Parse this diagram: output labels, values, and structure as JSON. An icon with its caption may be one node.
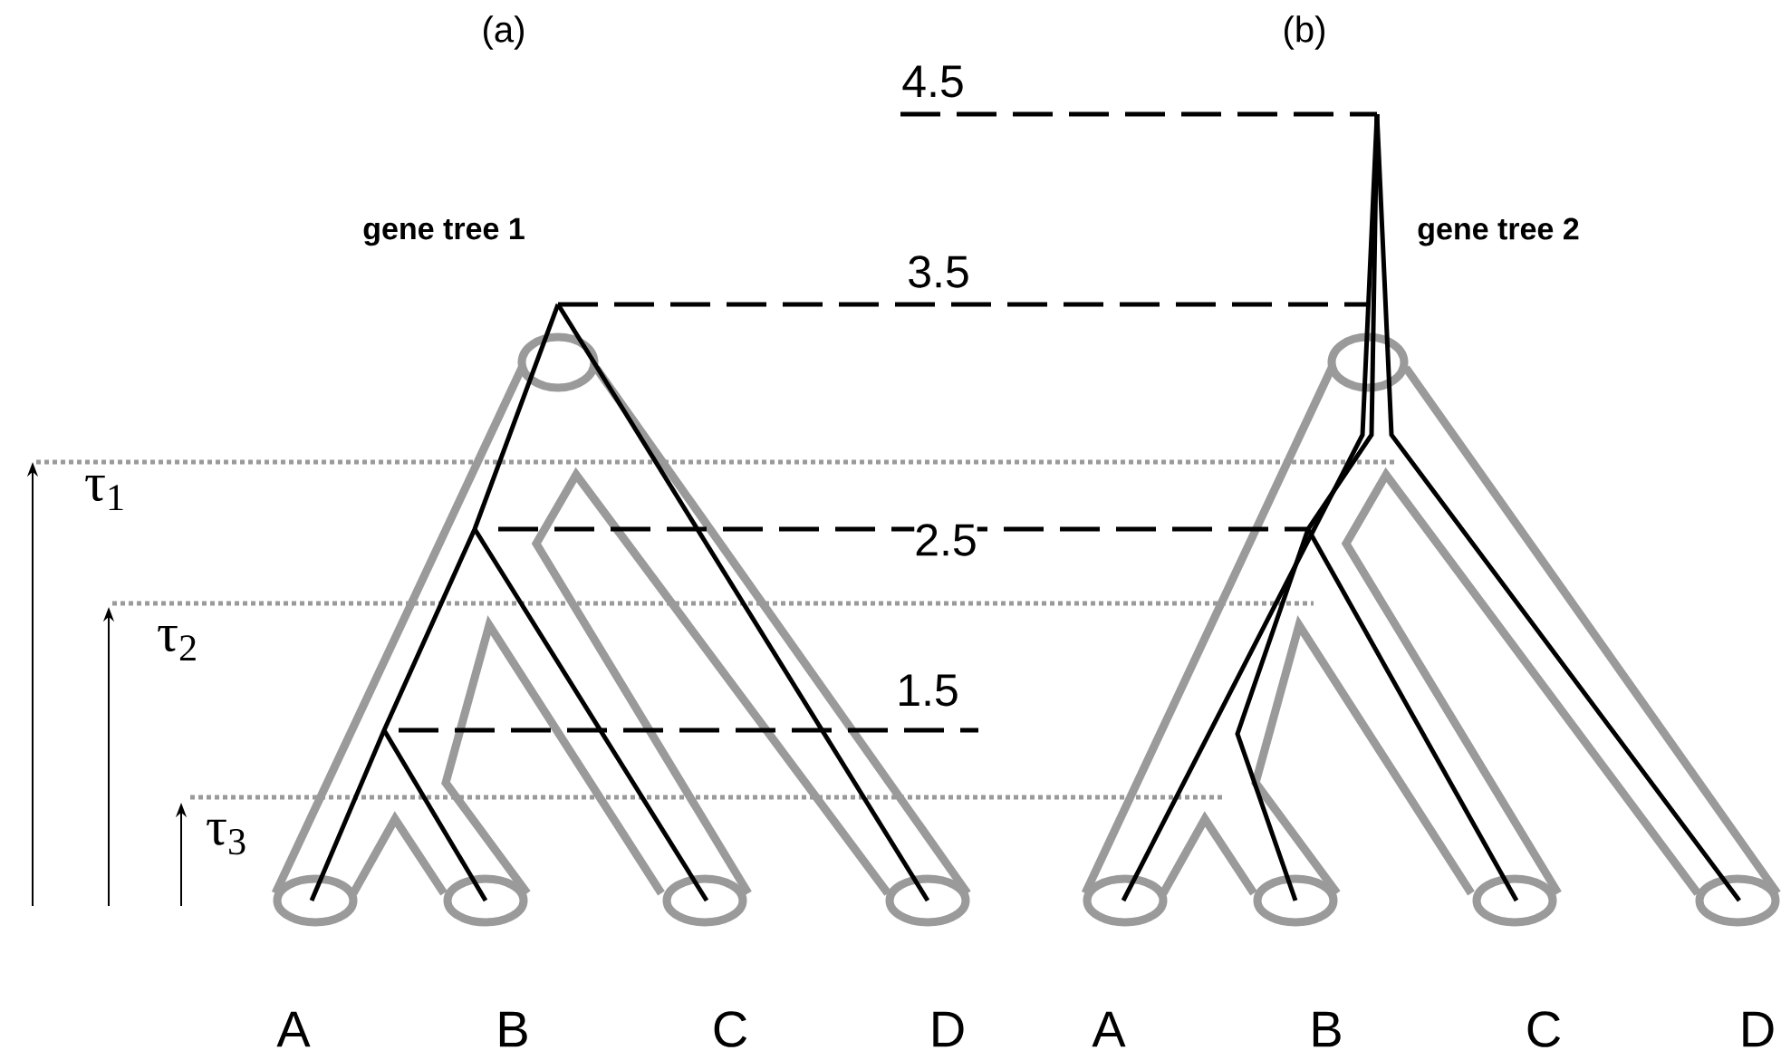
{
  "diagram": {
    "labels": [
      "(a)",
      "(b)",
      "4.5",
      "gene tree 1",
      "gene tree 2",
      "3.5",
      "τ$_{1}$",
      "2.5",
      "τ$_{2}$",
      "1.5",
      "τ$_{3}$",
      "A",
      "B",
      "C",
      "D",
      "A",
      "B",
      "C",
      "D"
    ]
  }
}
